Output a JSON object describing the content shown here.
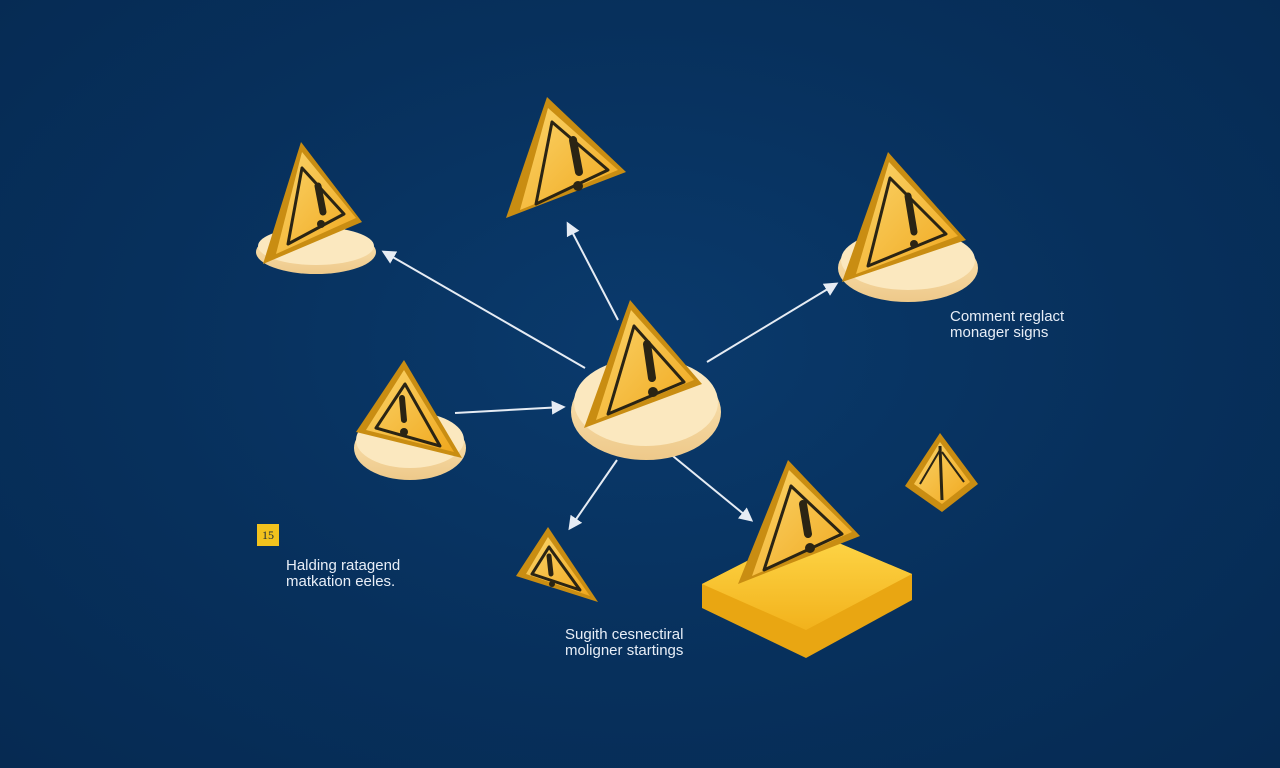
{
  "diagram": {
    "colors": {
      "background": "#07305c",
      "sign_yellow": "#f2b52a",
      "sign_dark_edge": "#c98d12",
      "sign_light_face": "#fbd46a",
      "base_cream": "#f6dba0",
      "base_gold": "#f3bd2b",
      "glyph": "#2a2414",
      "arrow": "#e6ecf4"
    },
    "icons": {
      "sign": "warning-triangle-icon",
      "mark": "exclamation-icon"
    },
    "hub": "center",
    "nodes": [
      {
        "id": "center",
        "role": "hub",
        "base": "cream-pad"
      },
      {
        "id": "top-left",
        "role": "leaf",
        "base": "cream-pad"
      },
      {
        "id": "top",
        "role": "leaf",
        "base": "none"
      },
      {
        "id": "top-right",
        "role": "leaf",
        "base": "cream-pad"
      },
      {
        "id": "mid-left",
        "role": "leaf",
        "base": "cream-pad"
      },
      {
        "id": "bottom-mid",
        "role": "leaf",
        "base": "none"
      },
      {
        "id": "bottom-right",
        "role": "leaf",
        "base": "gold-slab"
      },
      {
        "id": "far-right",
        "role": "leaf",
        "base": "none"
      }
    ],
    "edges": [
      {
        "from": "center",
        "to": "top-left"
      },
      {
        "from": "center",
        "to": "top"
      },
      {
        "from": "center",
        "to": "top-right"
      },
      {
        "from": "mid-left",
        "to": "center"
      },
      {
        "from": "center",
        "to": "bottom-mid"
      },
      {
        "from": "center",
        "to": "bottom-right"
      }
    ],
    "captions": {
      "right": {
        "line1": "Comment reglact",
        "line2": "monager signs"
      },
      "left": {
        "line1": "Halding ratagend",
        "line2": "matkation eeles."
      },
      "bottom": {
        "line1": "Sugith cesnectiral",
        "line2": "moligner startings"
      }
    },
    "badge": "15"
  }
}
